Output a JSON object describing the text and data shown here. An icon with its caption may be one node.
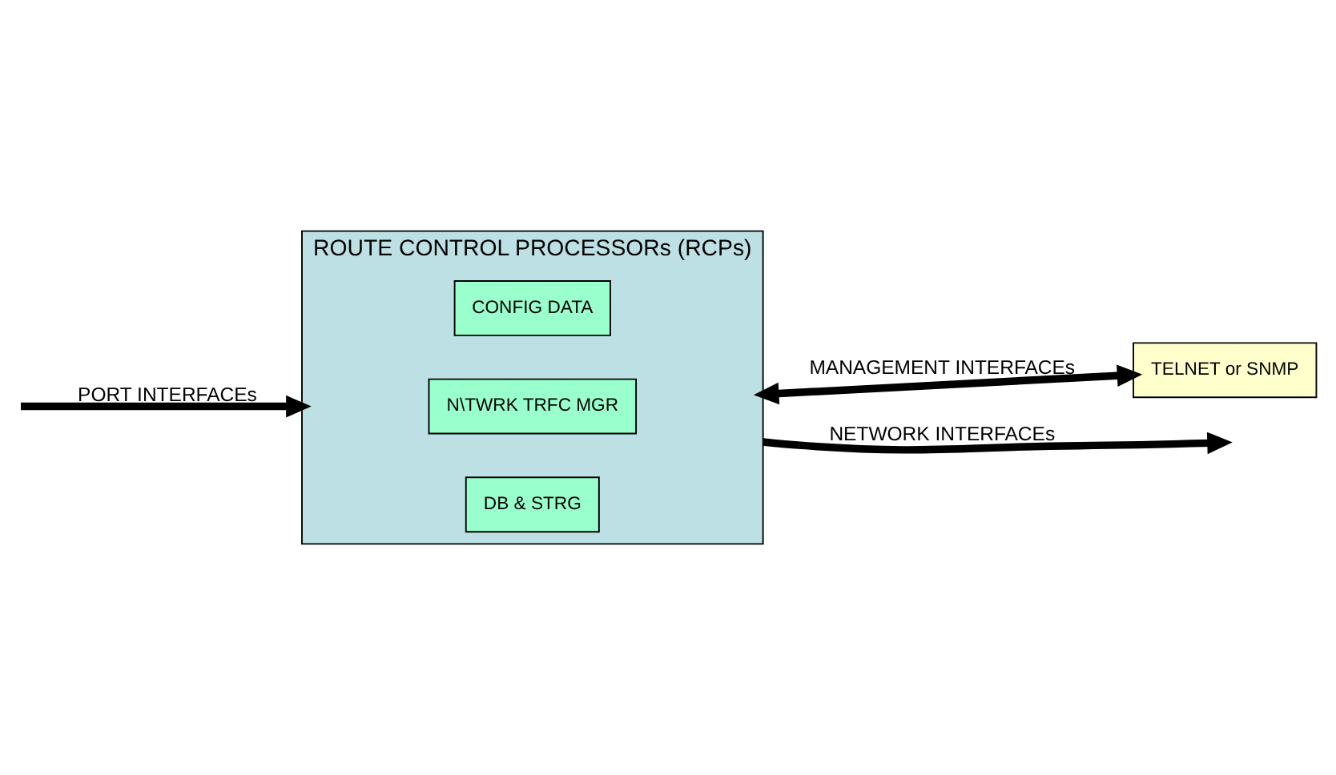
{
  "diagram": {
    "nodes": [
      {
        "text": [
          "ROUTE CONTROL PROCESSORs (RCPs)"
        ]
      },
      {
        "text": [
          "CONFIG DATA"
        ],
        "in": 0
      },
      {
        "text": [
          "N\\TWRK TRFC MGR"
        ],
        "in": 0
      },
      {
        "text": [
          "DB & STRG"
        ],
        "in": 0
      },
      {
        "text": [
          "TELNET or SNMP"
        ]
      }
    ],
    "edges": [
      {
        "from": 0,
        "to": null,
        "arrow": "to",
        "label": "NETWORK INTERFACEs"
      },
      {
        "from": null,
        "to": 0,
        "arrow": "to",
        "label": "PORT INTERFACEs"
      },
      {
        "from": 0,
        "to": 4,
        "arrow": "both",
        "label": "MANAGEMENT INTERFACEs"
      }
    ]
  }
}
